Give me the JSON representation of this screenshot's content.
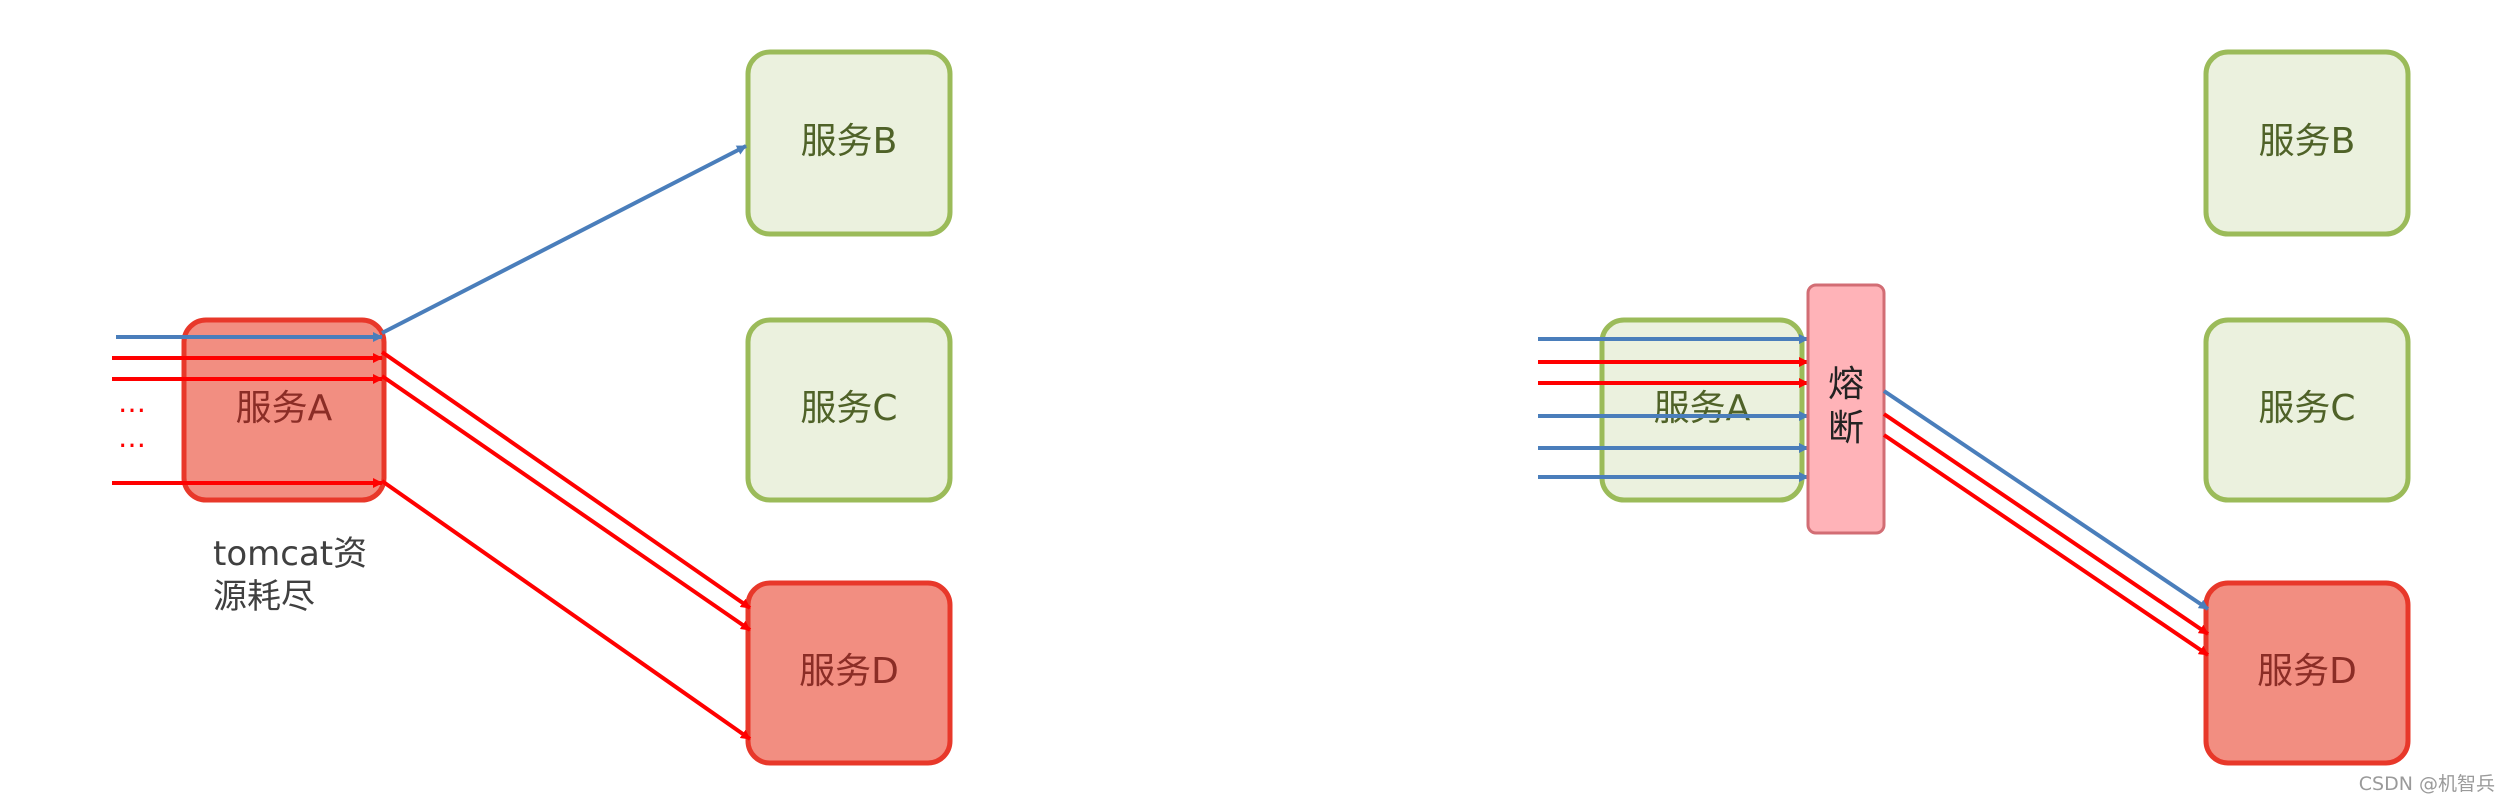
{
  "colors": {
    "healthy_fill": "#ebf1de",
    "healthy_stroke": "#9bbb59",
    "healthy_text": "#4f6228",
    "failed_fill": "#f28e81",
    "failed_stroke": "#e8382a",
    "failed_text": "#8b2d26",
    "red_arrow": "#ff0000",
    "blue_arrow": "#4a7ebb",
    "breaker_fill": "#ffb3b8",
    "breaker_stroke": "#d26d74"
  },
  "left": {
    "service_a": "服务A",
    "service_b": "服务B",
    "service_c": "服务C",
    "service_d": "服务D",
    "ellipsis_1": "…",
    "ellipsis_2": "…",
    "note_line1": "tomcat资",
    "note_line2": "源耗尽"
  },
  "right": {
    "service_a": "服务A",
    "service_b": "服务B",
    "service_c": "服务C",
    "service_d": "服务D",
    "breaker_char1": "熔",
    "breaker_char2": "断"
  },
  "watermark": "CSDN @机智兵"
}
